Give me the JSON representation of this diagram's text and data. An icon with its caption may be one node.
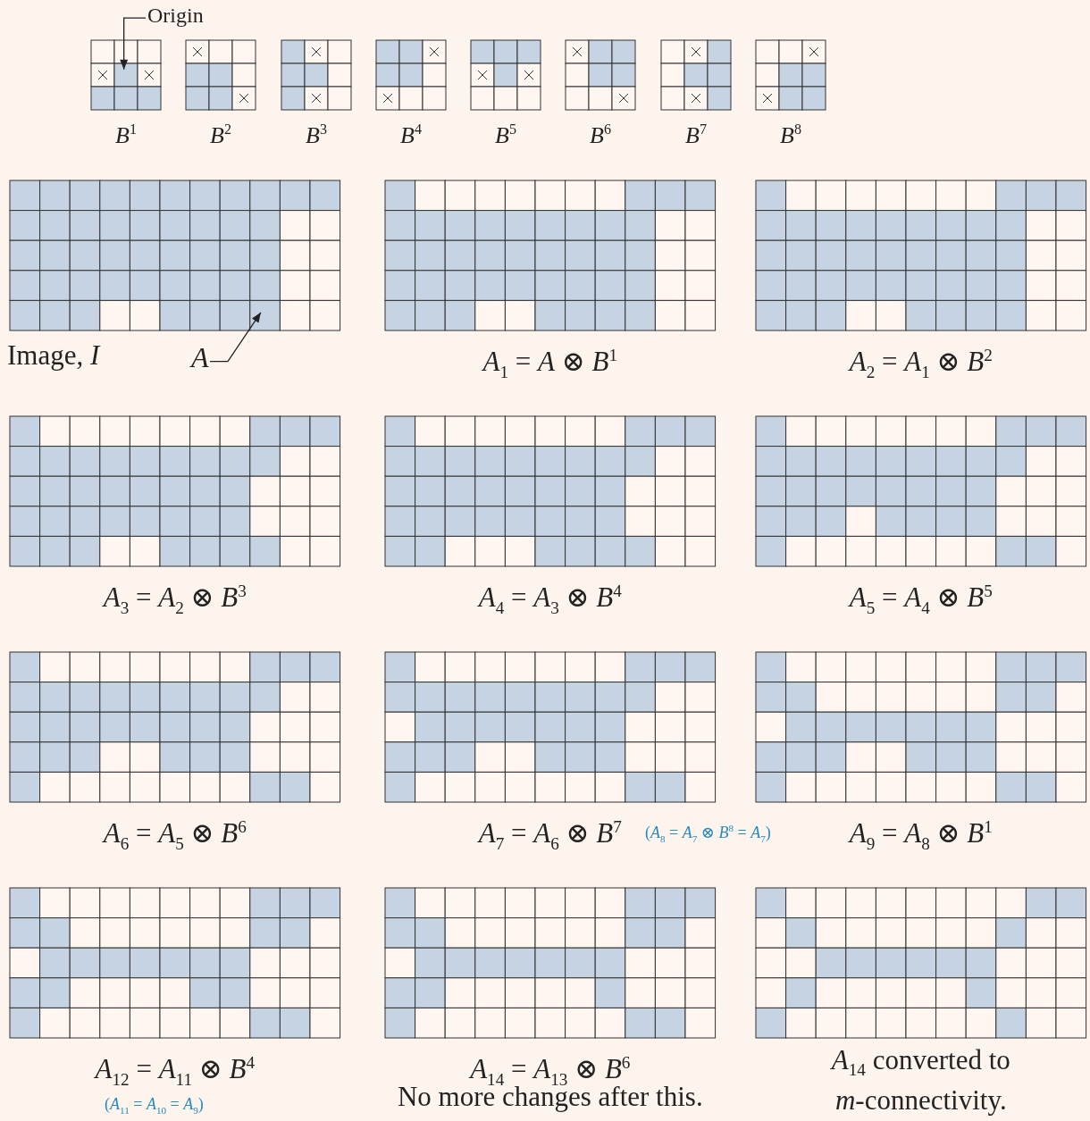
{
  "diagram": {
    "nodes": [
      {
        "text": [
          "Origin"
        ]
      },
      {
        "text": [],
        "shape": "grid",
        "beside": [
          "*B*$^{1}$"
        ]
      },
      {
        "text": [],
        "shape": "grid",
        "beside": [
          "*B*$^{2}$"
        ]
      },
      {
        "text": [],
        "shape": "grid",
        "beside": [
          "*B*$^{3}$"
        ]
      },
      {
        "text": [],
        "shape": "grid",
        "beside": [
          "*B*$^{4}$"
        ]
      },
      {
        "text": [],
        "shape": "grid",
        "beside": [
          "*B*$^{5}$"
        ]
      },
      {
        "text": [],
        "shape": "grid",
        "beside": [
          "*B*$^{6}$"
        ]
      },
      {
        "text": [],
        "shape": "grid",
        "beside": [
          "*B*$^{7}$"
        ]
      },
      {
        "text": [],
        "shape": "grid",
        "beside": [
          "*B*$^{8}$"
        ]
      },
      {
        "text": [],
        "shape": "grid",
        "beside": [
          "Image, *I*"
        ]
      },
      {
        "text": [
          "*A*"
        ]
      },
      {
        "text": [],
        "shape": "grid",
        "beside": [
          "*A*$_{1}$ = *A* ⊗ *B*$^{1}$"
        ]
      },
      {
        "text": [],
        "shape": "grid",
        "beside": [
          "*A*$_{2}$ = *A*$_{1}$ ⊗ *B*$^{2}$"
        ]
      },
      {
        "text": [],
        "shape": "grid",
        "beside": [
          "*A*$_{3}$ = *A*$_{2}$ ⊗ *B*$^{3}$"
        ]
      },
      {
        "text": [],
        "shape": "grid",
        "beside": [
          "*A*$_{4}$ = *A*$_{3}$ ⊗ *B*$^{4}$"
        ]
      },
      {
        "text": [],
        "shape": "grid",
        "beside": [
          "*A*$_{5}$ = *A*$_{4}$ ⊗ *B*$^{5}$"
        ]
      },
      {
        "text": [],
        "shape": "grid",
        "beside": [
          "*A*$_{6}$ = *A*$_{5}$ ⊗ *B*$^{6}$"
        ]
      },
      {
        "text": [],
        "shape": "grid",
        "beside": [
          "*A*$_{7}$ = *A*$_{6}$ ⊗ *B*$^{7}$"
        ]
      },
      {
        "text": [],
        "shape": "grid",
        "beside": [
          "*A*$_{9}$ = *A*$_{8}$ ⊗ *B*$^{1}$"
        ]
      },
      {
        "text": [],
        "shape": "grid",
        "beside": [
          "*A*$_{12}$ = *A*$_{11}$ ⊗ *B*$^{4}$"
        ]
      },
      {
        "text": [],
        "shape": "grid",
        "beside": [
          "*A*$_{14}$ = *A*$_{13}$ ⊗ *B*$^{6}$",
          "No more changes after this."
        ]
      },
      {
        "text": [],
        "shape": "grid",
        "beside": [
          "*A*$_{14}$ converted to *m*-connectivity."
        ]
      }
    ],
    "edges": [
      {
        "from": 0,
        "to": 1,
        "arrow": "to"
      },
      {
        "from": 10,
        "to": 9,
        "arrow": "to"
      }
    ],
    "labels": [
      "(*A*$_{8}$ = *A*$_{7}$ ⊗ *B*$^{8}$ = *A*$_{7}$)",
      "(*A*$_{11}$ = *A*$_{10}$ = *A*$_{9}$)"
    ]
  }
}
